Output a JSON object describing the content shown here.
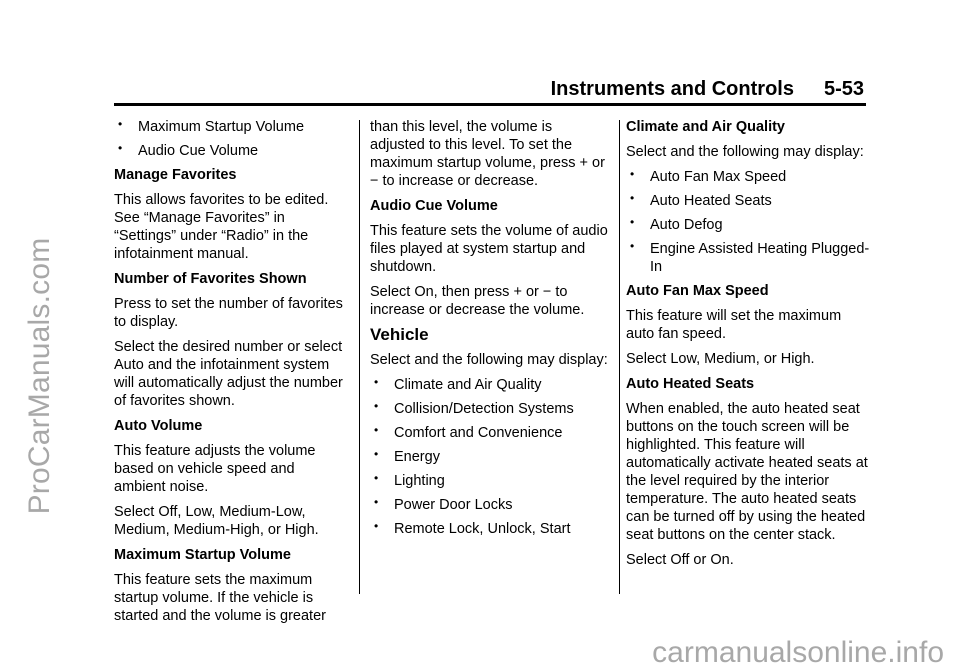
{
  "header": {
    "section": "Instruments and Controls",
    "page_number": "5-53"
  },
  "watermarks": {
    "side": "ProCarManuals.com",
    "footer": "carmanualsonline.info"
  },
  "col1": {
    "bullets": [
      "Maximum Startup Volume",
      "Audio Cue Volume"
    ],
    "manage_favorites_heading": "Manage Favorites",
    "manage_favorites_text": "This allows favorites to be edited. See “Manage Favorites” in “Settings” under “Radio” in the infotainment manual.",
    "number_favorites_heading": "Number of Favorites Shown",
    "number_favorites_text1": "Press to set the number of favorites to display.",
    "number_favorites_text2": "Select the desired number or select Auto and the infotainment system will automatically adjust the number of favorites shown.",
    "auto_volume_heading": "Auto Volume",
    "auto_volume_text1": "This feature adjusts the volume based on vehicle speed and ambient noise.",
    "auto_volume_text2": "Select Off, Low, Medium-Low, Medium, Medium-High, or High.",
    "max_startup_heading": "Maximum Startup Volume",
    "max_startup_text": "This feature sets the maximum startup volume. If the vehicle is started and the volume is greater"
  },
  "col2": {
    "max_startup_cont": "than this level, the volume is adjusted to this level. To set the maximum startup volume, press + or − to increase or decrease.",
    "audio_cue_heading": "Audio Cue Volume",
    "audio_cue_text1": "This feature sets the volume of audio files played at system startup and shutdown.",
    "audio_cue_text2": "Select On, then press + or − to increase or decrease the volume.",
    "vehicle_heading": "Vehicle",
    "vehicle_text": "Select and the following may display:",
    "vehicle_bullets": [
      "Climate and Air Quality",
      "Collision/Detection Systems",
      "Comfort and Convenience",
      "Energy",
      "Lighting",
      "Power Door Locks",
      "Remote Lock, Unlock, Start"
    ]
  },
  "col3": {
    "climate_heading": "Climate and Air Quality",
    "climate_text": "Select and the following may display:",
    "climate_bullets": [
      "Auto Fan Max Speed",
      "Auto Heated Seats",
      "Auto Defog",
      "Engine Assisted Heating Plugged-In"
    ],
    "fan_heading": "Auto Fan Max Speed",
    "fan_text1": "This feature will set the maximum auto fan speed.",
    "fan_text2": "Select Low, Medium, or High.",
    "seats_heading": "Auto Heated Seats",
    "seats_text1": "When enabled, the auto heated seat buttons on the touch screen will be highlighted. This feature will automatically activate heated seats at the level required by the interior temperature. The auto heated seats can be turned off by using the heated seat buttons on the center stack.",
    "seats_text2": "Select Off or On."
  }
}
